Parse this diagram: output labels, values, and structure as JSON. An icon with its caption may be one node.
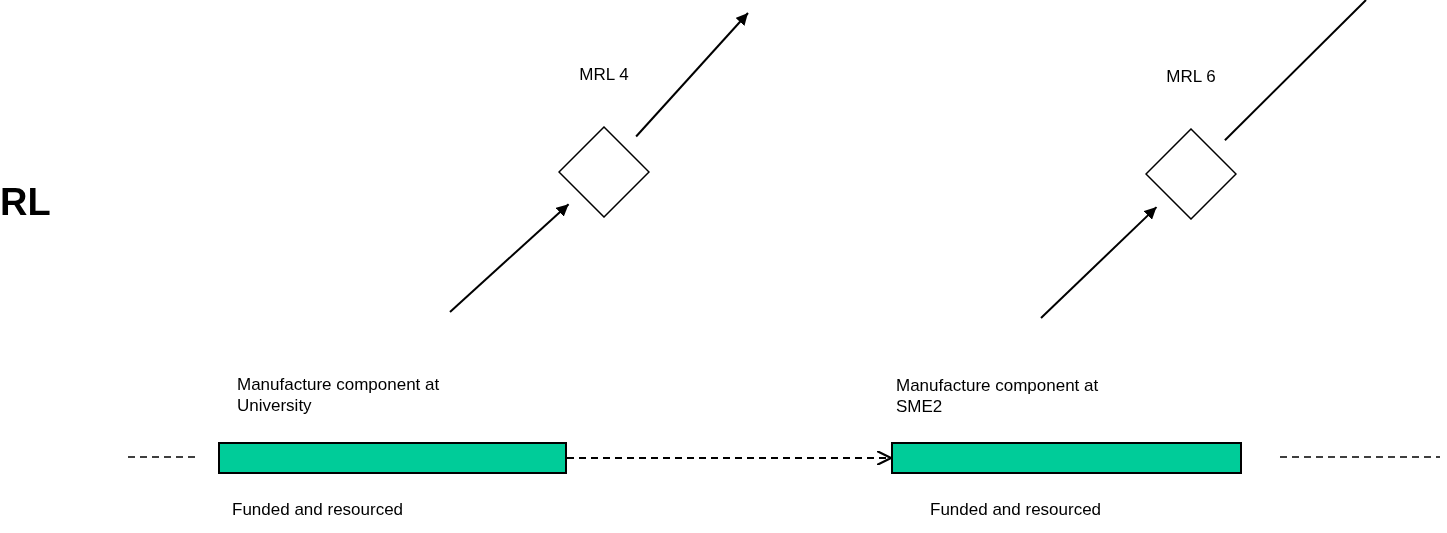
{
  "diagram": {
    "nodes": [
      {
        "text": [
          "MRL 4"
        ]
      },
      {
        "text": [
          "Manufacture component at University"
        ],
        "beside": [
          "Funded and resourced"
        ]
      },
      {
        "text": [
          "MRL 6"
        ]
      },
      {
        "text": [
          "Manufacture component at SME2"
        ],
        "beside": [
          "Funded and resourced"
        ]
      }
    ],
    "edges": [
      {
        "from": null,
        "to": 0,
        "arrow": "to"
      },
      {
        "from": 0,
        "to": null,
        "arrow": "to"
      },
      {
        "from": 1,
        "to": 3,
        "arrow": "to",
        "style": "dashed"
      },
      {
        "from": null,
        "to": 2,
        "arrow": "to"
      },
      {
        "from": 2,
        "to": null,
        "arrow": "none"
      }
    ],
    "labels": [
      "RL"
    ]
  }
}
